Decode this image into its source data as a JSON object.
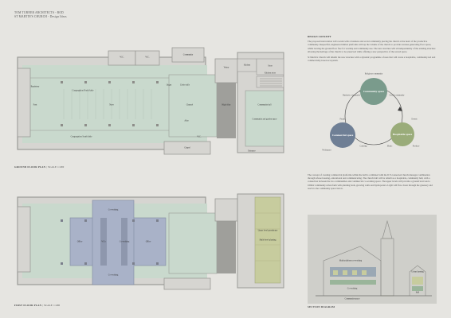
{
  "header": {
    "line1": "TOM TURNER ARCHITECTS - BOD",
    "line2": "ST MARTIN'S CHURCH - Design Ideas"
  },
  "ground_floor": {
    "caption_bold": "GROUND FLOOR PLAN",
    "caption_scale": "| SCALE 1:200",
    "rooms": {
      "baptistery": "Baptistery",
      "font": "Font",
      "congregation_north": "Congregation North Aisle",
      "congregation_south": "Congregation South Aisle",
      "nave": "Nave",
      "organ": "Organ",
      "choir_stalls": "Choir stalls",
      "chancel": "Chancel",
      "altar": "Altar",
      "vestry": "Vestry",
      "high_altar": "High Altar",
      "wc1": "W.C.",
      "wc2": "W.C.",
      "kitchen": "Kitchen",
      "store": "Store",
      "community": "Community",
      "chapel": "Chapel",
      "entrance": "Entrance",
      "wc3": "W.C.",
      "kitchen_store": "Kitchen store",
      "community_hall": "Community hall",
      "garden_room": "Community and garden space"
    }
  },
  "first_floor": {
    "caption_bold": "FIRST FLOOR PLAN",
    "caption_scale": "| SCALE 1:200",
    "rooms": {
      "co_working_top": "Co-working",
      "co_working_bottom": "Co-working",
      "office_left": "Office",
      "wcs": "WCs",
      "co_working_mid": "Co-working",
      "office_right": "Office",
      "garden": "Upper level greenhouse",
      "garden_sub": "Multi-level planting"
    }
  },
  "concept": {
    "title": "DESIGN CONCEPT",
    "paragraph1": "The proposal intervention will coexist with a business and social community piecing the church at the heart of the productive community. Respectful, engineered timber platforms will tap the volume of the church to provide revenue generating floor space, whilst leaving the ground floor free for worship and community use. The new structure will sit independently of the existing structure allowing the heritage of the church to be preserved while offering a new perspective of the sacred space.",
    "paragraph2": "St Martin's Church will inhabit the new structure with a dynamic programme of uses that will create a hospitable, community-led and commercially-based ecosystem.",
    "circles": {
      "community": "Community space",
      "hospitable": "Hospitable space",
      "commercial": "Commercial space"
    },
    "labels": {
      "religious": "Religious community",
      "business": "Business community",
      "social": "Social community",
      "events": "Events",
      "music": "Music",
      "produce": "Produce",
      "people": "People",
      "workspace": "Workspace",
      "catering": "Catering"
    }
  },
  "first_floor_text": {
    "paragraph": "The concept of creating commercial platforms within the hall is combined with the ICT-connected church manager combination through whose housing, educational and communicating. The church hall will be rebuilt as a hospitable, community hall, with a connection between the two communities and commercial co-working space. The upper levels will provide a ground level and a 160m2 community urban farm with planting beds, growing walls and hydroponics. Light will flow down through the greenery and reach to the community space below."
  },
  "section": {
    "caption_bold": "SECTION DIAGRAM",
    "labels": {
      "left": "Multi-platform co-working",
      "middle": "Co-working",
      "right": "Urban farming",
      "bottom": "Community space",
      "hall": "Hall"
    }
  },
  "colors": {
    "background": "#e6e5e1",
    "wall": "#d9d8d4",
    "green_floor": "#c8d8cc",
    "grey_block": "#a8a8a4",
    "teal": "#7a9b8c",
    "sage": "#9aac7a",
    "slate": "#6f7f95",
    "blue_platform": "#a9b2c8",
    "olive": "#c7cc9e"
  }
}
